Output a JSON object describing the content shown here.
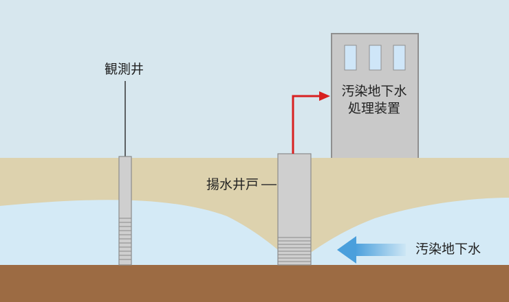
{
  "labels": {
    "observation_well": "観測井",
    "pumping_well": "揚水井戸",
    "treatment_line1": "汚染地下水",
    "treatment_line2": "処理装置",
    "flow": "汚染地下水"
  },
  "colors": {
    "sky": "#d7e7ee",
    "sand": "#ddd2ae",
    "groundwater": "#d4eaf6",
    "bedrock": "#9c6b43",
    "well": "#cfcfcf",
    "building": "#c9c9c9",
    "window": "#cfe6f8",
    "pump_arrow": "#d82020",
    "flow_arrow": "#4a9fdc"
  },
  "icons": {
    "pump_arrow": "right-arrow-icon",
    "flow_arrow": "left-arrow-icon"
  }
}
